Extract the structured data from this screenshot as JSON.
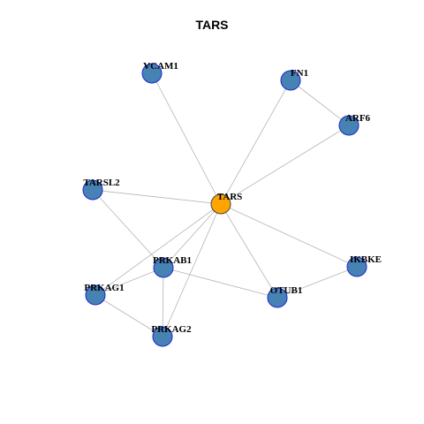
{
  "title": "TARS",
  "colors": {
    "center_fill": "#FFA500",
    "center_stroke": "#444444",
    "node_fill": "#4682B4",
    "node_stroke": "#1C28CC",
    "edge": "#B4B4B4"
  },
  "nodes": [
    {
      "id": "TARS",
      "center": true
    },
    {
      "id": "VCAM1"
    },
    {
      "id": "FN1"
    },
    {
      "id": "ARF6"
    },
    {
      "id": "TARSL2"
    },
    {
      "id": "PRKAB1"
    },
    {
      "id": "PRKAG1"
    },
    {
      "id": "PRKAG2"
    },
    {
      "id": "OTUB1"
    },
    {
      "id": "IKBKE"
    }
  ],
  "edges": [
    [
      "TARS",
      "VCAM1"
    ],
    [
      "TARS",
      "FN1"
    ],
    [
      "TARS",
      "ARF6"
    ],
    [
      "FN1",
      "ARF6"
    ],
    [
      "TARS",
      "TARSL2"
    ],
    [
      "TARS",
      "PRKAB1"
    ],
    [
      "TARS",
      "PRKAG1"
    ],
    [
      "TARS",
      "PRKAG2"
    ],
    [
      "TARS",
      "OTUB1"
    ],
    [
      "TARS",
      "IKBKE"
    ],
    [
      "TARSL2",
      "PRKAB1"
    ],
    [
      "PRKAB1",
      "PRKAG1"
    ],
    [
      "PRKAB1",
      "PRKAG2"
    ],
    [
      "PRKAB1",
      "OTUB1"
    ],
    [
      "PRKAG1",
      "PRKAG2"
    ],
    [
      "OTUB1",
      "IKBKE"
    ]
  ]
}
